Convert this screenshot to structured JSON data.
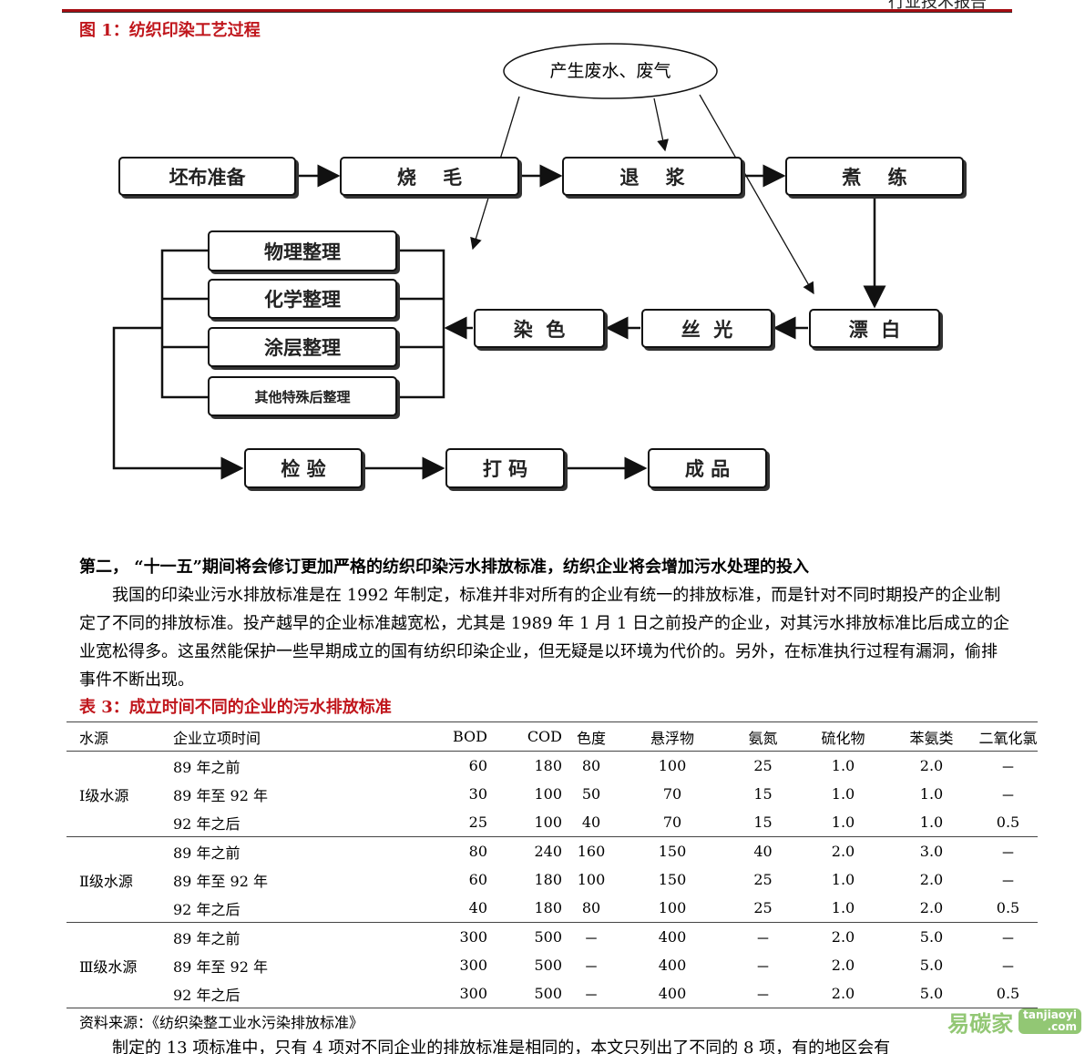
{
  "header": {
    "title": "行业技术报告"
  },
  "figure": {
    "caption": "图 1：纺织印染工艺过程",
    "ellipse": "产生废水、废气",
    "row1": [
      "坯布准备",
      "烧    毛",
      "退    浆",
      "煮    练"
    ],
    "finishing": [
      "物理整理",
      "化学整理",
      "涂层整理",
      "其他特殊后整理"
    ],
    "row2": [
      "染  色",
      "丝  光",
      "漂  白"
    ],
    "row3": [
      "检 验",
      "打 码",
      "成 品"
    ]
  },
  "section": {
    "heading": "第二，  “十一五”期间将会修订更加严格的纺织印染污水排放标准，纺织企业将会增加污水处理的投入",
    "paragraph": "我国的印染业污水排放标准是在 1992 年制定，标准并非对所有的企业有统一的排放标准，而是针对不同时期投产的企业制定了不同的排放标准。投产越早的企业标准越宽松，尤其是 1989 年 1 月 1 日之前投产的企业，对其污水排放标准比后成立的企业宽松得多。这虽然能保护一些早期成立的国有纺织印染企业，但无疑是以环境为代价的。另外，在标准执行过程有漏洞，偷排事件不断出现。"
  },
  "table": {
    "caption": "表 3：成立时间不同的企业的污水排放标准",
    "headers": [
      "水源",
      "企业立项时间",
      "BOD",
      "COD",
      "色度",
      "悬浮物",
      "氨氮",
      "硫化物",
      "苯氨类",
      "二氧化氯"
    ],
    "groups": [
      {
        "source": "Ⅰ级水源",
        "rows": [
          [
            "89 年之前",
            "60",
            "180",
            "80",
            "100",
            "25",
            "1.0",
            "2.0",
            "－"
          ],
          [
            "89 年至 92 年",
            "30",
            "100",
            "50",
            "70",
            "15",
            "1.0",
            "1.0",
            "－"
          ],
          [
            "92 年之后",
            "25",
            "100",
            "40",
            "70",
            "15",
            "1.0",
            "1.0",
            "0.5"
          ]
        ]
      },
      {
        "source": "Ⅱ级水源",
        "rows": [
          [
            "89 年之前",
            "80",
            "240",
            "160",
            "150",
            "40",
            "2.0",
            "3.0",
            "－"
          ],
          [
            "89 年至 92 年",
            "60",
            "180",
            "100",
            "150",
            "25",
            "1.0",
            "2.0",
            "－"
          ],
          [
            "92 年之后",
            "40",
            "180",
            "80",
            "100",
            "25",
            "1.0",
            "2.0",
            "0.5"
          ]
        ]
      },
      {
        "source": "Ⅲ级水源",
        "rows": [
          [
            "89 年之前",
            "300",
            "500",
            "－",
            "400",
            "－",
            "2.0",
            "5.0",
            "－"
          ],
          [
            "89 年至 92 年",
            "300",
            "500",
            "－",
            "400",
            "－",
            "2.0",
            "5.0",
            "－"
          ],
          [
            "92 年之后",
            "300",
            "500",
            "－",
            "400",
            "－",
            "2.0",
            "5.0",
            "0.5"
          ]
        ]
      }
    ],
    "source": "资料来源：《纺织染整工业水污染排放标准》"
  },
  "footer_text": "制定的 13 项标准中，只有 4 项对不同企业的排放标准是相同的，本文只列出了不同的 8 项，有的地区会有",
  "watermark": {
    "cn": "易碳家",
    "en": "tanjiaoyi",
    ".com": ".com"
  }
}
